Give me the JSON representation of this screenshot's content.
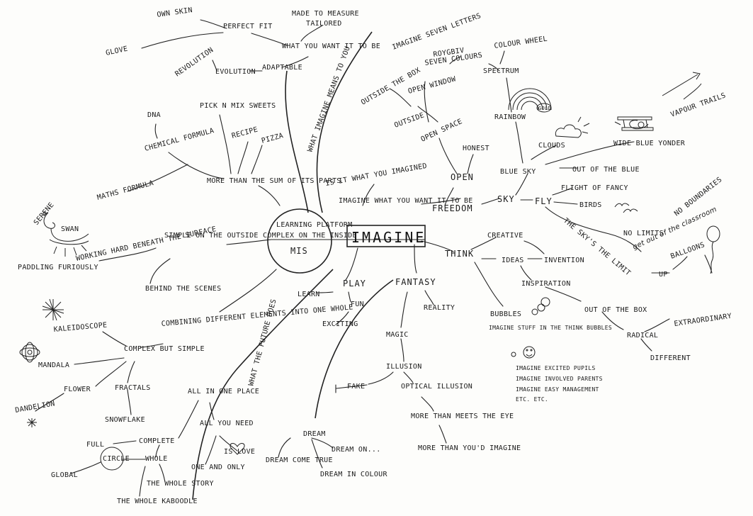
{
  "center": {
    "imagine": "IMAGINE",
    "platform": "LEARNING PLATFORM",
    "mis": "MIS"
  },
  "top_left": {
    "own_skin": "OWN SKIN",
    "perfect_fit": "PERFECT FIT",
    "glove": "GLOVE",
    "made_to_measure": "MADE TO MEASURE",
    "tailored": "TAILORED",
    "what_you_want": "WHAT YOU WANT IT TO BE",
    "revolution": "REVOLUTION",
    "evolution": "EVOLUTION",
    "adaptable": "ADAPTABLE",
    "dna": "DNA",
    "pick_n_mix": "PICK N MIX SWEETS",
    "recipe": "RECIPE",
    "pizza": "PIZZA",
    "chemical_formula": "CHEMICAL FORMULA",
    "maths_formula": "MATHS FORMULA",
    "more_than_sum": "MORE THAN THE SUM OF ITS PARTS"
  },
  "curve_texts": {
    "imagine_means": "WHAT IMAGINE MEANS TO YOU",
    "the_future": "WHAT THE FUTURE DOES"
  },
  "left": {
    "serene": "SERENE",
    "swan": "SWAN",
    "paddling": "PADDLING FURIOUSLY",
    "working_hard": "WORKING HARD BENEATH THE SURFACE",
    "simple_outside": "SIMPLE ON THE OUTSIDE COMPLEX ON THE INSIDE",
    "behind_scenes": "BEHIND THE SCENES",
    "kaleidoscope": "KALEIDOSCOPE",
    "combining": "COMBINING DIFFERENT ELEMENTS INTO ONE WHOLE",
    "complex_simple": "COMPLEX BUT SIMPLE",
    "mandala": "MANDALA",
    "flower": "FLOWER",
    "fractals": "FRACTALS",
    "dandelion": "DANDELION",
    "snowflake": "SNOWFLAKE"
  },
  "bottom_left": {
    "all_in_one": "ALL IN ONE PLACE",
    "all_you_need": "ALL YOU NEED",
    "is_love": "IS LOVE",
    "one_and_only": "ONE AND ONLY",
    "full": "FULL",
    "complete": "COMPLETE",
    "circle": "CIRCLE",
    "whole": "WHOLE",
    "global": "GLOBAL",
    "whole_story": "THE WHOLE STORY",
    "whole_kaboodle": "THE WHOLE KABOODLE"
  },
  "middle": {
    "is_it": "IS IT WHAT YOU IMAGINED",
    "imagine_what": "IMAGINE WHAT YOU WANT IT TO BE",
    "learn": "LEARN",
    "play": "PLAY",
    "fun": "FUN",
    "exciting": "EXCITING",
    "fantasy": "FANTASY",
    "reality": "REALITY",
    "magic": "MAGIC",
    "illusion": "ILLUSION",
    "fake": "FAKE",
    "optical": "OPTICAL ILLUSION",
    "more_eye": "MORE THAN MEETS THE EYE",
    "more_imagine": "MORE THAN YOU'D IMAGINE",
    "dream": "DREAM",
    "dream_come_true": "DREAM COME TRUE",
    "dream_on": "DREAM ON...",
    "dream_colour": "DREAM IN COLOUR"
  },
  "top_right": {
    "imagine_seven": "IMAGINE SEVEN LETTERS",
    "roygbiv": "ROYGBIV",
    "seven_colours": "SEVEN COLOURS",
    "colour_wheel": "COLOUR WHEEL",
    "spectrum": "SPECTRUM",
    "outside_box": "OUTSIDE THE BOX",
    "open_window": "OPEN WINDOW",
    "outside": "OUTSIDE",
    "open_space": "OPEN SPACE",
    "rainbow": "RAINBOW",
    "gold": "GOLD",
    "honest": "HONEST",
    "open": "OPEN",
    "clouds": "CLOUDS",
    "vapour_trails": "VAPOUR TRAILS",
    "wide_blue": "WIDE BLUE YONDER",
    "blue_sky": "BLUE SKY",
    "out_of_blue": "OUT OF THE BLUE",
    "freedom": "FREEDOM",
    "sky": "SKY",
    "fly": "FLY",
    "flight": "FLIGHT OF FANCY",
    "birds": "BIRDS",
    "no_boundaries": "NO BOUNDARIES",
    "no_limits": "NO LIMITS",
    "get_out": "get out of the classroom",
    "skys_limit": "THE SKY'S THE LIMIT"
  },
  "right": {
    "creative": "CREATIVE",
    "think": "THINK",
    "ideas": "IDEAS",
    "invention": "INVENTION",
    "balloons": "BALLOONS",
    "up": "UP",
    "inspiration": "INSPIRATION",
    "bubbles": "BUBBLES",
    "out_box": "OUT OF THE BOX",
    "imagine_stuff": "IMAGINE STUFF IN THE THINK BUBBLES",
    "radical": "RADICAL",
    "extraordinary": "EXTRAORDINARY",
    "different": "DIFFERENT",
    "excited": "IMAGINE EXCITED PUPILS",
    "involved": "IMAGINE INVOLVED PARENTS",
    "easy": "IMAGINE EASY MANAGEMENT",
    "etc": "ETC. ETC."
  }
}
